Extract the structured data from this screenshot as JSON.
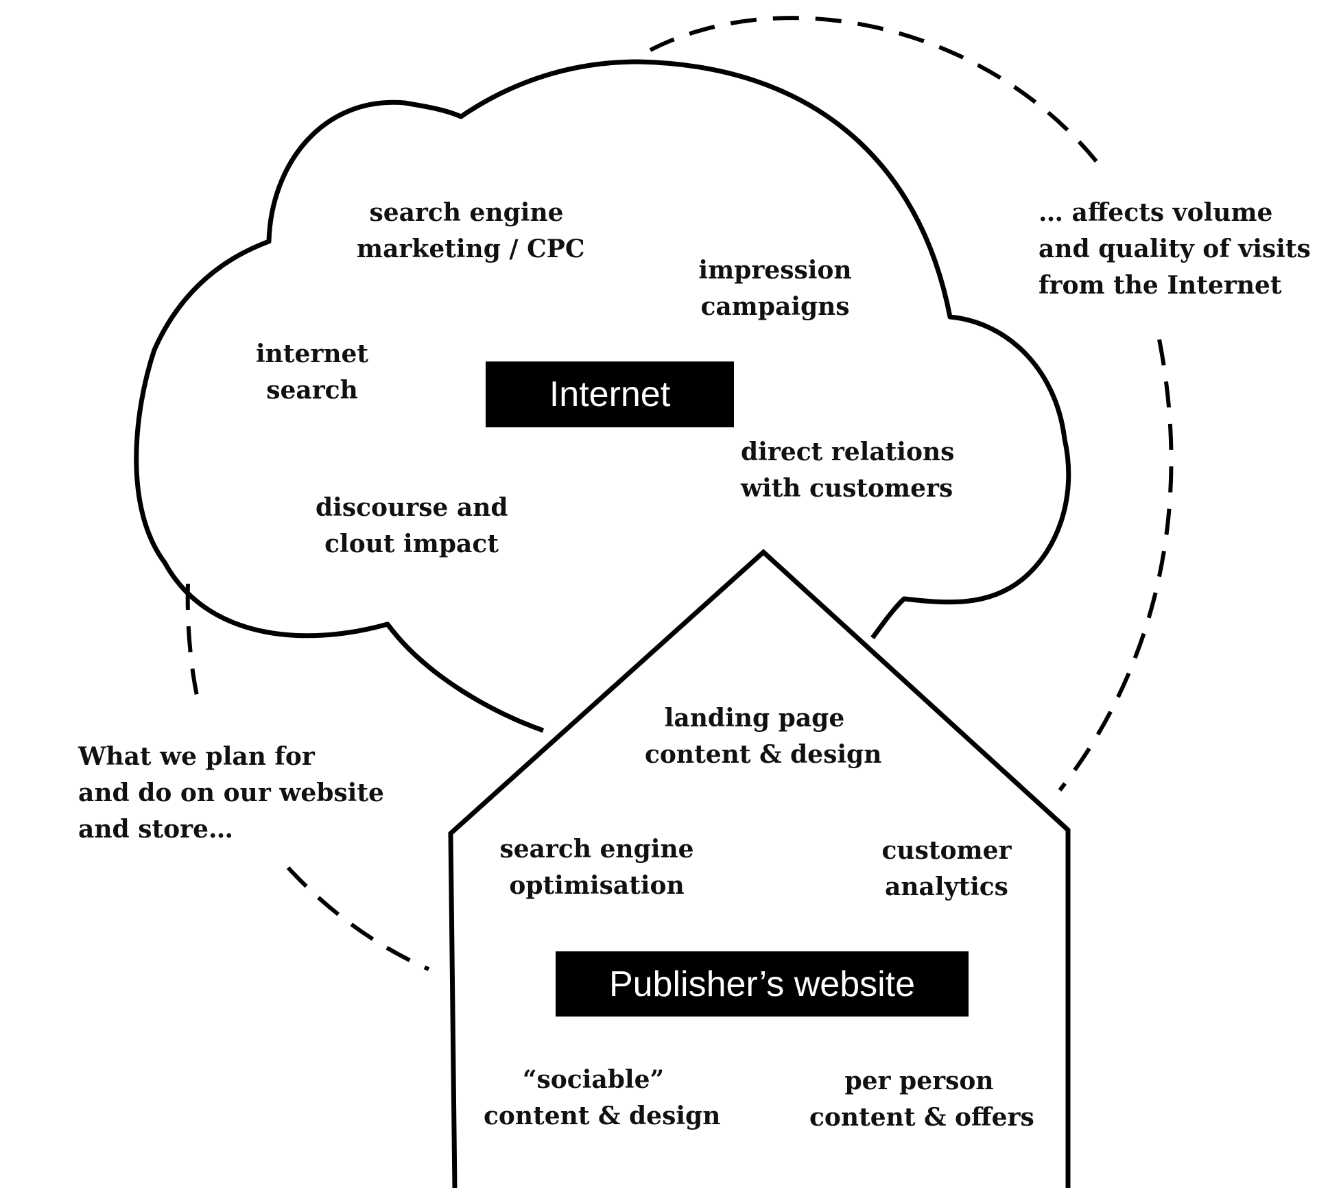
{
  "internet_label": "Internet",
  "website_label": "Publisher’s website",
  "cloud_items": [
    [
      "search engine",
      "marketing / CPC"
    ],
    [
      "impression",
      "campaigns"
    ],
    [
      "internet",
      "search"
    ],
    [
      "direct relations",
      "with customers"
    ],
    [
      "discourse and",
      "clout impact"
    ]
  ],
  "house_items": [
    [
      "landing page",
      "content & design"
    ],
    [
      "search engine",
      "optimisation"
    ],
    [
      "customer",
      "analytics"
    ],
    [
      "“sociable”",
      "content & design"
    ],
    [
      "per person",
      "content & offers"
    ]
  ],
  "cycle_notes": {
    "right": [
      "… affects volume",
      "and quality of visits",
      "from the Internet"
    ],
    "left": [
      "What we plan for",
      "and do on our website",
      "and store…"
    ]
  }
}
